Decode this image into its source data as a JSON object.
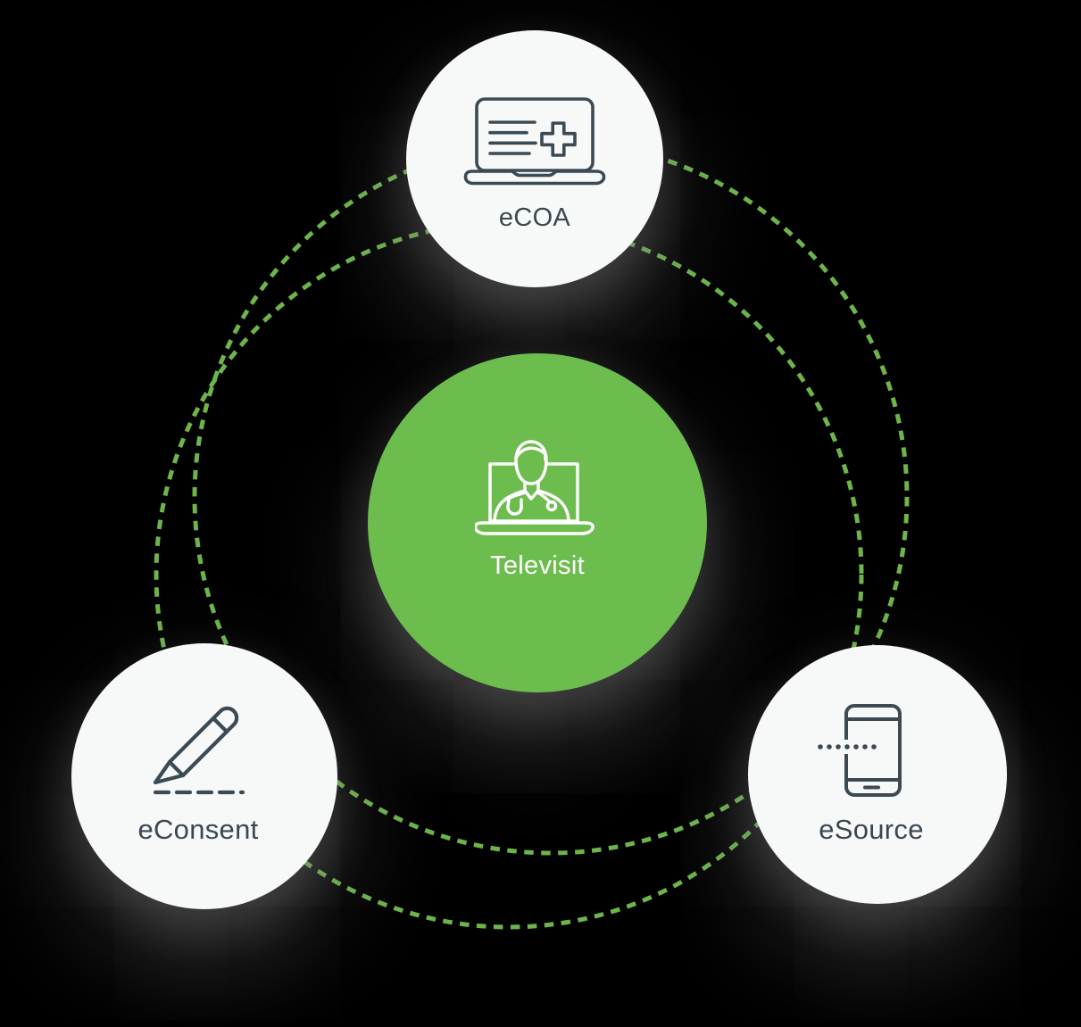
{
  "diagram": {
    "type": "hub-and-spoke orbit diagram",
    "center": {
      "label": "Televisit",
      "icon": "televisit-doctor-on-laptop-icon"
    },
    "satellites": [
      {
        "label": "eCOA",
        "position": "top",
        "icon": "laptop-medical-record-icon"
      },
      {
        "label": "eConsent",
        "position": "bottom-left",
        "icon": "pencil-signature-icon"
      },
      {
        "label": "eSource",
        "position": "bottom-right",
        "icon": "smartphone-data-transfer-icon"
      }
    ],
    "orbit_rings": {
      "count": 2,
      "style": "dashed",
      "color": "#6DB54B"
    },
    "colors": {
      "background": "#000000",
      "satellite_fill": "#F7F8F8",
      "center_fill": "#6CBD4E",
      "dash_green": "#6DB54B",
      "icon_slate": "#3B4A53",
      "label_slate": "#3B4852",
      "center_text": "#FFFFFF"
    }
  }
}
